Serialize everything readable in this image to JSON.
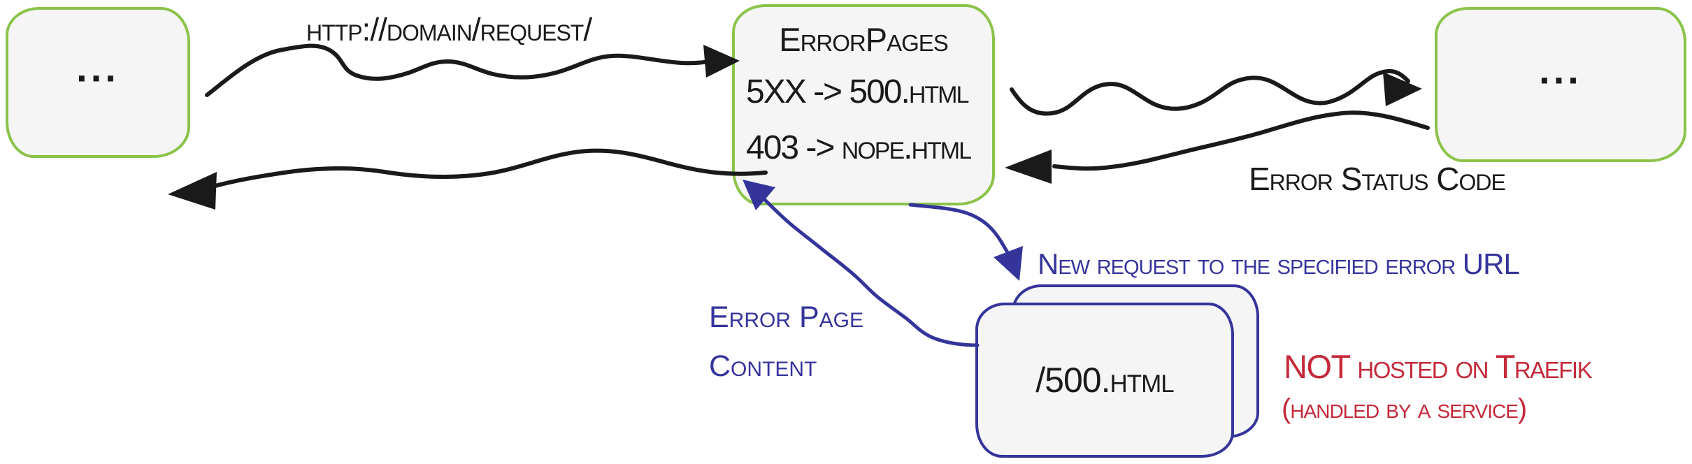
{
  "diagram": {
    "colors": {
      "green": "#8bc34a",
      "blue": "#35349b",
      "red": "#c4293a",
      "ink": "#1a1a1a",
      "fill": "#f5f5f5"
    },
    "left_service_box": {
      "content": "..."
    },
    "request_label": "http://domain/request/",
    "middleware_box": {
      "title": "ErrorPages",
      "rules": [
        "5XX -> 500.html",
        "403 -> nope.html"
      ]
    },
    "right_service_box": {
      "content": "..."
    },
    "error_status_label": "Error Status Code",
    "new_request_label": "New request to the specified error URL",
    "error_page_content_label": "Error Page Content",
    "error_page_card": {
      "content": "/500.html"
    },
    "not_hosted_note": {
      "line1": "NOT hosted on Traefik",
      "line2": "(handled by a service)"
    }
  }
}
